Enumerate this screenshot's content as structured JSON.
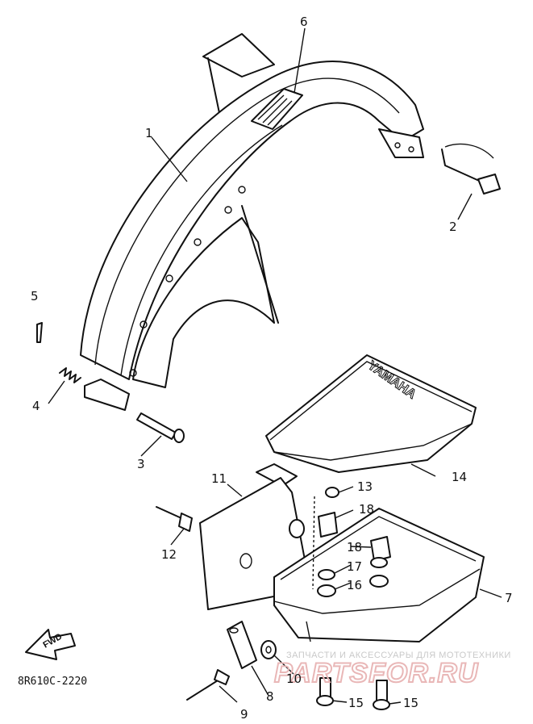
{
  "callouts": [
    {
      "id": "1",
      "label": "1"
    },
    {
      "id": "2",
      "label": "2"
    },
    {
      "id": "3",
      "label": "3"
    },
    {
      "id": "4",
      "label": "4"
    },
    {
      "id": "5",
      "label": "5"
    },
    {
      "id": "6",
      "label": "6"
    },
    {
      "id": "7",
      "label": "7"
    },
    {
      "id": "8",
      "label": "8"
    },
    {
      "id": "9",
      "label": "9"
    },
    {
      "id": "10",
      "label": "10"
    },
    {
      "id": "11",
      "label": "11"
    },
    {
      "id": "12",
      "label": "12"
    },
    {
      "id": "13",
      "label": "13"
    },
    {
      "id": "14",
      "label": "14"
    },
    {
      "id": "15a",
      "label": "15"
    },
    {
      "id": "15b",
      "label": "15"
    },
    {
      "id": "16",
      "label": "16"
    },
    {
      "id": "17",
      "label": "17"
    },
    {
      "id": "18a",
      "label": "18"
    },
    {
      "id": "18b",
      "label": "18"
    }
  ],
  "diagram_code": "8R610C-2220",
  "fwd_label": "FWD",
  "brand_text": "YAMAHA",
  "watermark": {
    "small": "ЗАПЧАСТИ И АКСЕССУАРЫ ДЛЯ МОТОТЕХНИКИ",
    "big": "PARTSFOR.RU"
  }
}
